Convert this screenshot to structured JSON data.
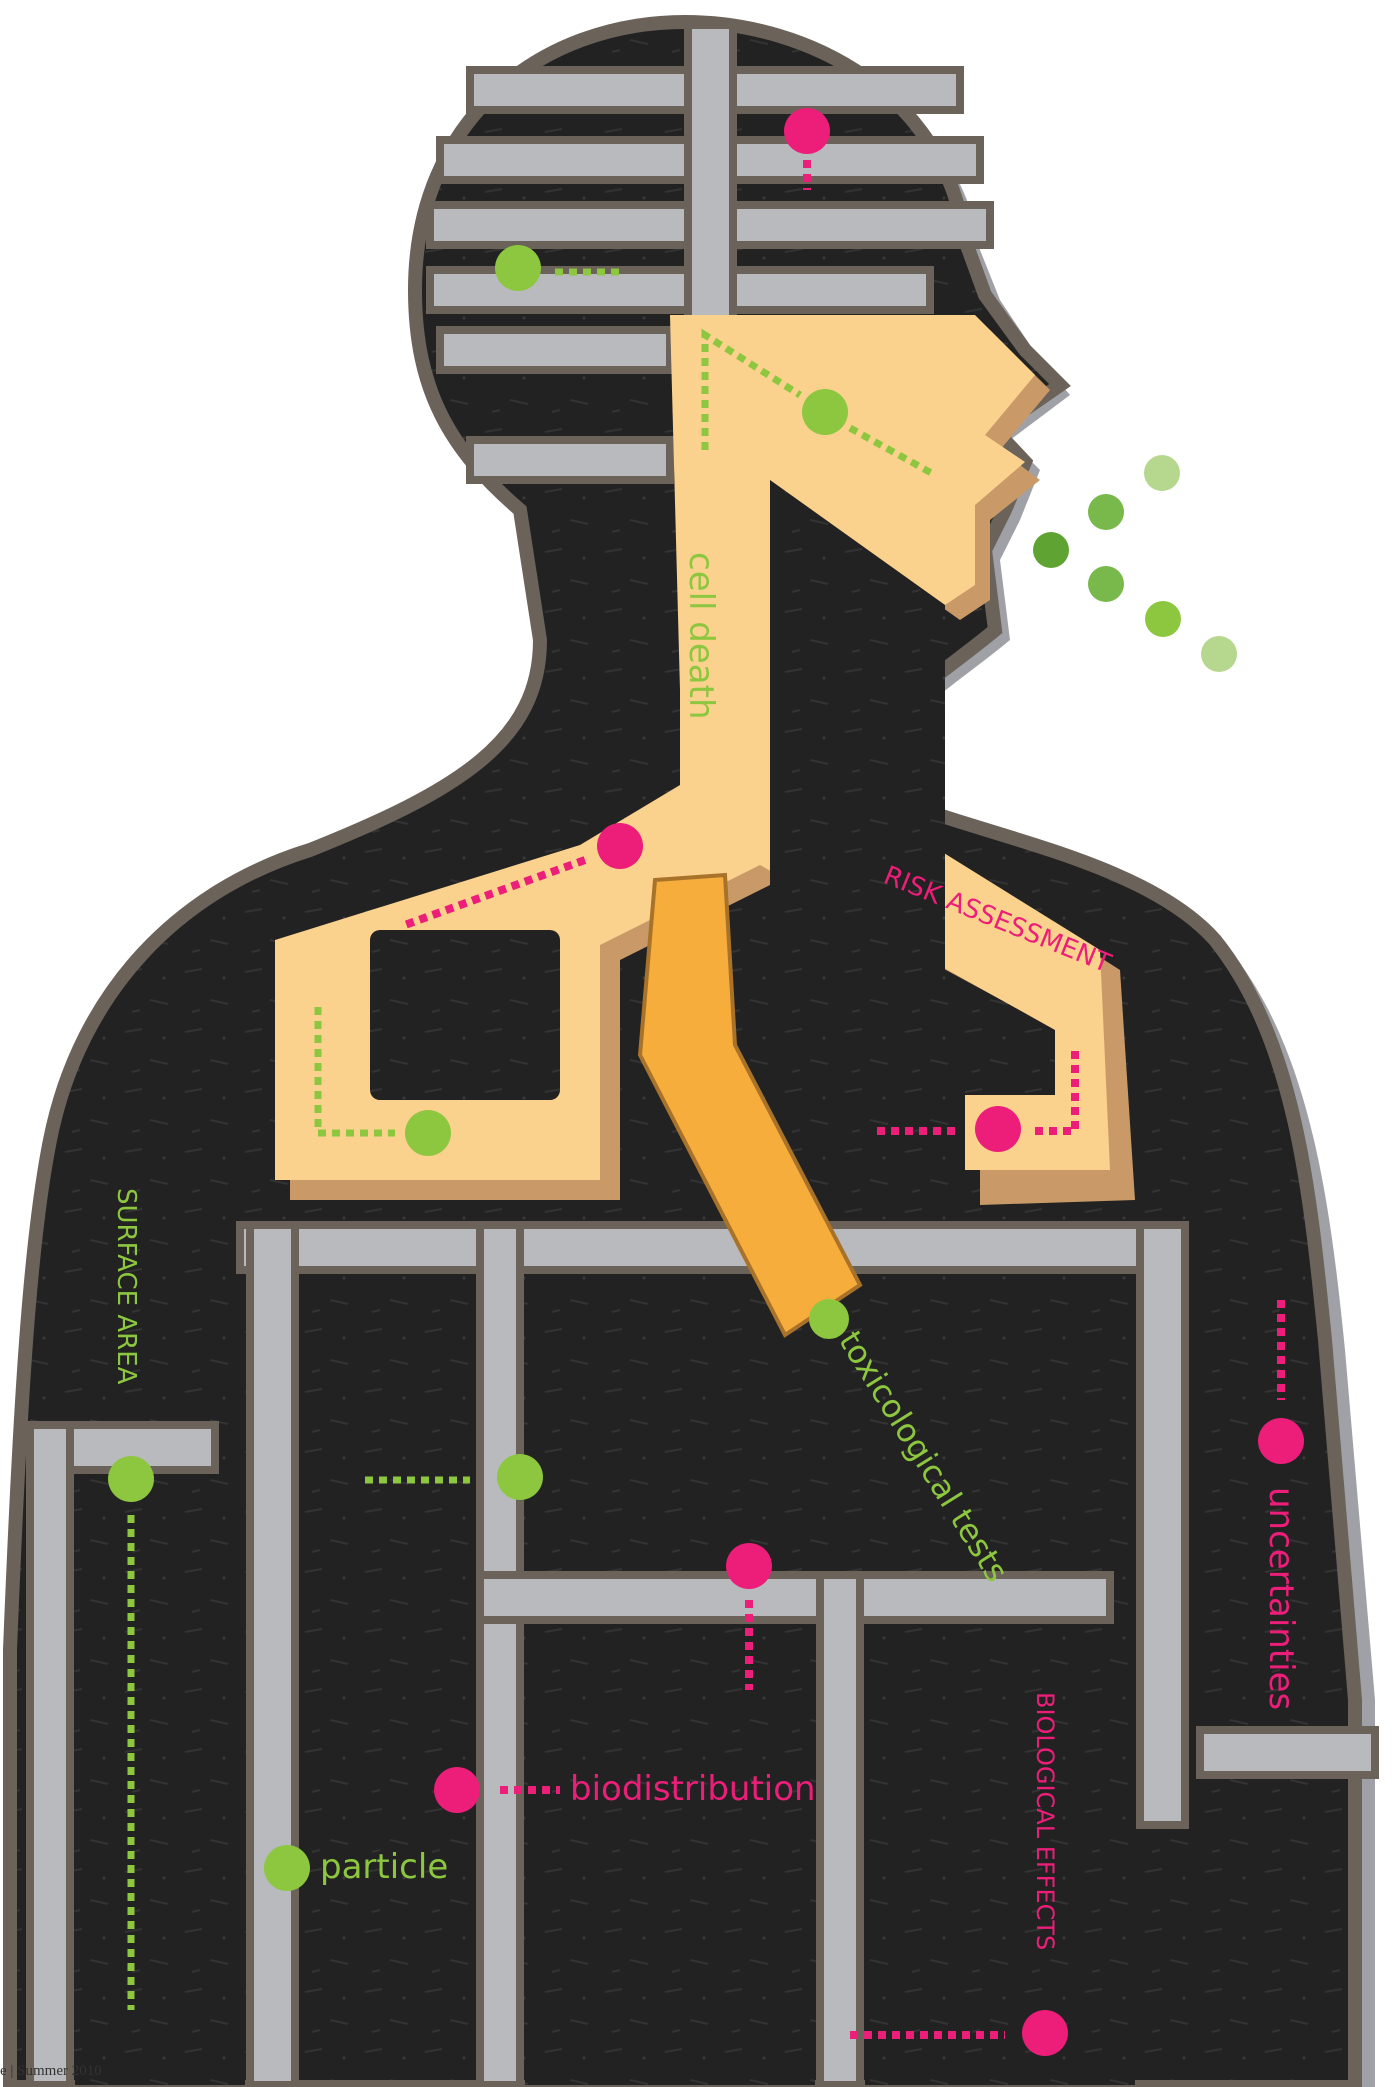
{
  "colors": {
    "outline": "#6b625a",
    "frame": "#b9babe",
    "frame_shade": "#8d8e93",
    "board": "#222222",
    "airway": "#fbd28d",
    "airway_shade": "#c99a68",
    "trachea": "#f6ad3b",
    "green": "#8dc63f",
    "magenta": "#ec1e79"
  },
  "labels": {
    "cell_death": "cell death",
    "risk_assessment": "RISK ASSESSMENT",
    "surface_area": "SURFACE AREA",
    "toxicological_tests": "toxicological tests",
    "uncertainties": "uncertainties",
    "biodistribution": "biodistribution",
    "particle": "particle",
    "biological_effects": "BIOLOGICAL EFFECTS"
  },
  "footer": "e | Summer 2010"
}
